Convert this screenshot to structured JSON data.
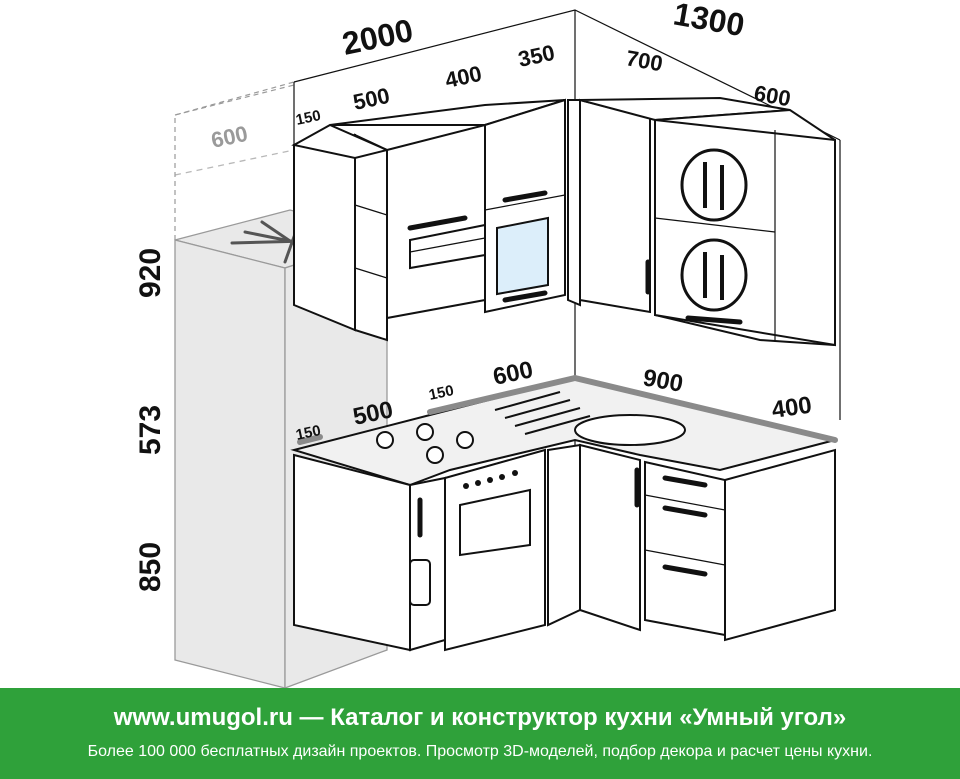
{
  "dimensions": {
    "top_width_left": "2000",
    "top_width_right": "1300",
    "upper_seg_150": "150",
    "upper_seg_500": "500",
    "upper_seg_400": "400",
    "upper_seg_350": "350",
    "upper_seg_700": "700",
    "upper_seg_600": "600",
    "fridge_depth": "600",
    "height_upper": "920",
    "height_middle": "573",
    "height_base": "850",
    "counter_150_left": "150",
    "counter_500": "500",
    "counter_150_mid": "150",
    "counter_600": "600",
    "counter_900": "900",
    "counter_400": "400"
  },
  "footer": {
    "title": "www.umugol.ru — Каталог и конструктор кухни «Умный угол»",
    "subtitle": "Более 100 000 бесплатных дизайн проектов. Просмотр 3D-моделей, подбор декора и расчет цены кухни."
  },
  "colors": {
    "footer_bg": "#2fa13a",
    "line": "#111111",
    "ghost": "#9a9a9a"
  }
}
